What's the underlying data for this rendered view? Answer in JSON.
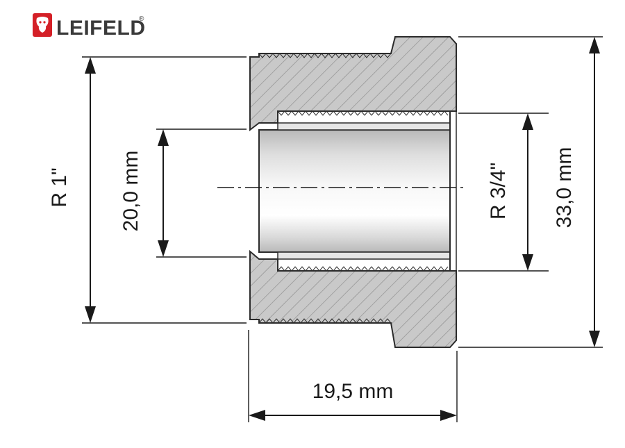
{
  "brand": {
    "name": "LEIFELD",
    "registered_mark": "®",
    "logo_color": "#d42027"
  },
  "dimensions": {
    "outer_thread": "R 1\"",
    "bore_diameter": "20,0 mm",
    "inner_thread": "R 3/4\"",
    "hex_size": "33,0 mm",
    "length": "19,5 mm"
  },
  "colors": {
    "section_fill": "#c9c9c9",
    "hatch": "#8f8f8f",
    "outline": "#2b2b2b",
    "bore_light": "#f4f4f4",
    "bore_dark": "#bdbdbd"
  }
}
